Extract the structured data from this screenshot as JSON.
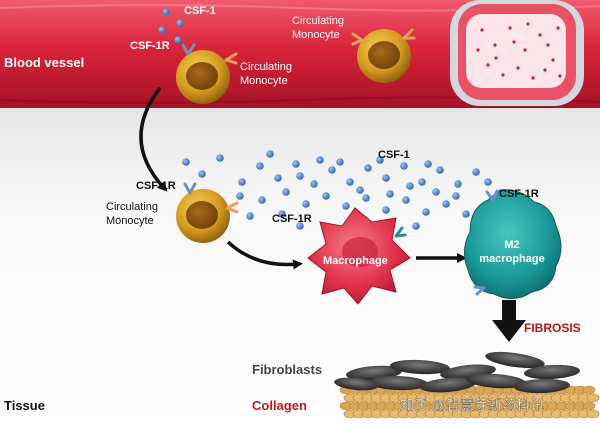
{
  "vessel": {
    "label": "Blood vessel"
  },
  "tissue": {
    "label": "Tissue"
  },
  "labels": {
    "csf1_top": "CSF-1",
    "csf1r_top": "CSF-1R",
    "circ_mono_1": [
      "Circulating",
      "Monocyte"
    ],
    "circ_mono_2": [
      "Circulating",
      "Monocyte"
    ],
    "csf1_mid": "CSF-1",
    "csf1r_left": "CSF-1R",
    "circ_mono_3": [
      "Circulating",
      "Monocyte"
    ],
    "csf1r_mid": "CSF-1R",
    "macrophage": "Macrophage",
    "csf1r_right": "CSF-1R",
    "m2": [
      "M2",
      "macrophage"
    ],
    "fibrosis": "FIBROSIS",
    "fibroblasts": "Fibroblasts",
    "collagen": "Collagen"
  },
  "watermark": "知乎 @智慧芽新药科讯",
  "colors": {
    "vessel_red": "#d8243a",
    "monocyte_gold": "#c9901a",
    "macrophage_red": "#e0304a",
    "m2_teal": "#1a9a9a",
    "csf1_dot": "#4a7fc4",
    "fibrosis_red": "#b01818",
    "collagen_red": "#c01a1a"
  }
}
